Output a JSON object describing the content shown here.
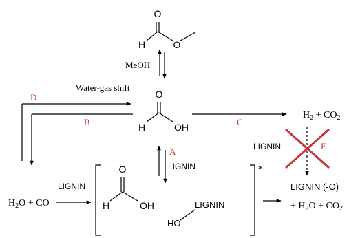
{
  "colors": {
    "ink": "#000000",
    "route_label": "#d0312d",
    "cross": "#c7323a"
  },
  "methyl_formate": {
    "atom_O_carbonyl": "O",
    "atom_H": "H",
    "atom_O_ester": "O"
  },
  "step_methanol": {
    "label": "MeOH"
  },
  "formic_acid": {
    "atom_O_carbonyl": "O",
    "atom_H": "H",
    "group_OH": "OH"
  },
  "route_labels": {
    "A": "A",
    "B": "B",
    "C": "C",
    "D": "D",
    "E": "E"
  },
  "water_gas_shift": {
    "label": "Water-gas shift"
  },
  "products_c": {
    "h2": "H",
    "h2_sub": "2",
    "plus_co": " + CO",
    "co2_sub": "2"
  },
  "lignin_block": {
    "label": "LIGNIN"
  },
  "step_a": {
    "lignin_label": "LIGNIN"
  },
  "reactants": {
    "h2": "H",
    "h2_sub": "2",
    "o_plus_co": "O + CO"
  },
  "step_reactants": {
    "lignin_label": "LIGNIN"
  },
  "intermediate": {
    "atom_O_carbonyl": "O",
    "atom_H": "H",
    "group_OH": "OH",
    "lignin_OH_HO": "HO",
    "lignin_OH_label": "LIGNIN",
    "asterisk": "*"
  },
  "final_products": {
    "lignin_deoxy": "LIGNIN (-O)",
    "plus_h2": "+ H",
    "h2_sub": "2",
    "o_plus_co": "O + CO",
    "co2_sub": "2"
  }
}
